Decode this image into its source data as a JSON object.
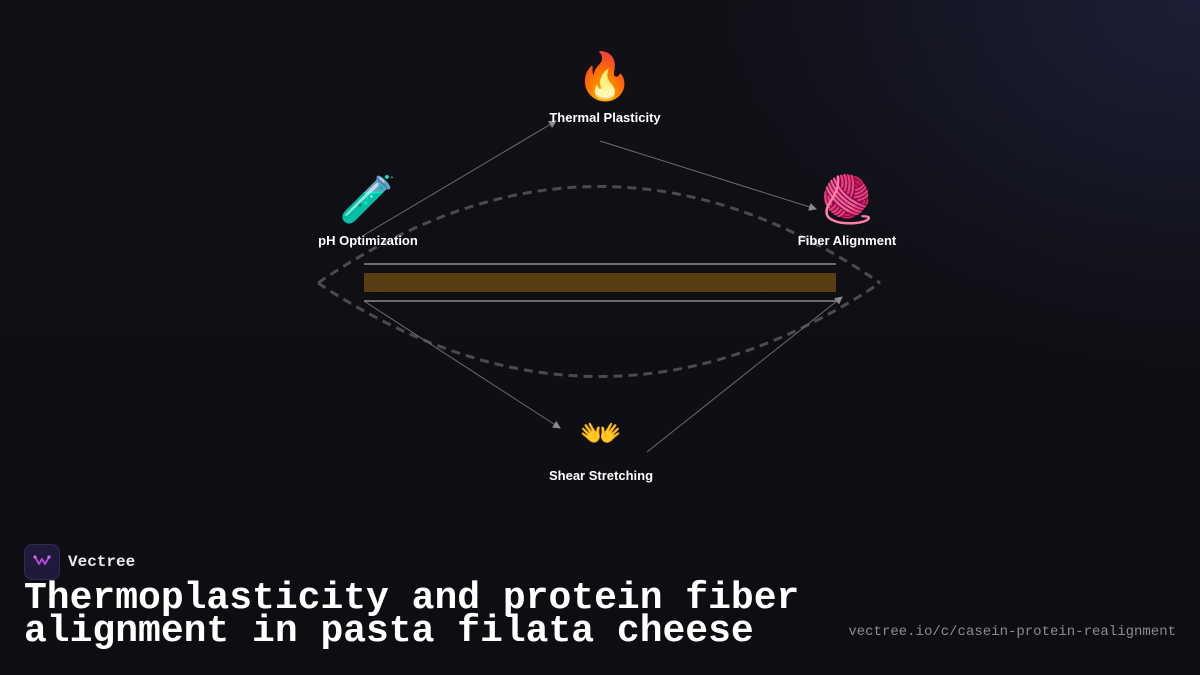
{
  "diagram": {
    "nodes": [
      {
        "id": "thermal",
        "icon": "fire-icon",
        "glyph": "🔥",
        "label": "Thermal Plasticity"
      },
      {
        "id": "ph",
        "icon": "test-tube-icon",
        "glyph": "🧪",
        "label": "pH Optimization"
      },
      {
        "id": "fiber",
        "icon": "yarn-icon",
        "glyph": "🧶",
        "label": "Fiber Alignment"
      },
      {
        "id": "shear",
        "icon": "open-hands-icon",
        "glyph": "👐",
        "label": "Shear Stretching"
      }
    ],
    "colors": {
      "band": "#5a3d12",
      "rail": "#8a8a90",
      "arrow": "#6b6b72",
      "dashed_ring": "#4a4a50"
    }
  },
  "brand": {
    "name": "Vectree",
    "logo_icon": "vectree-logo-icon",
    "accent": "#b04ad6"
  },
  "title": "Thermoplasticity and protein fiber alignment in pasta filata cheese",
  "url": "vectree.io/c/casein-protein-realignment"
}
